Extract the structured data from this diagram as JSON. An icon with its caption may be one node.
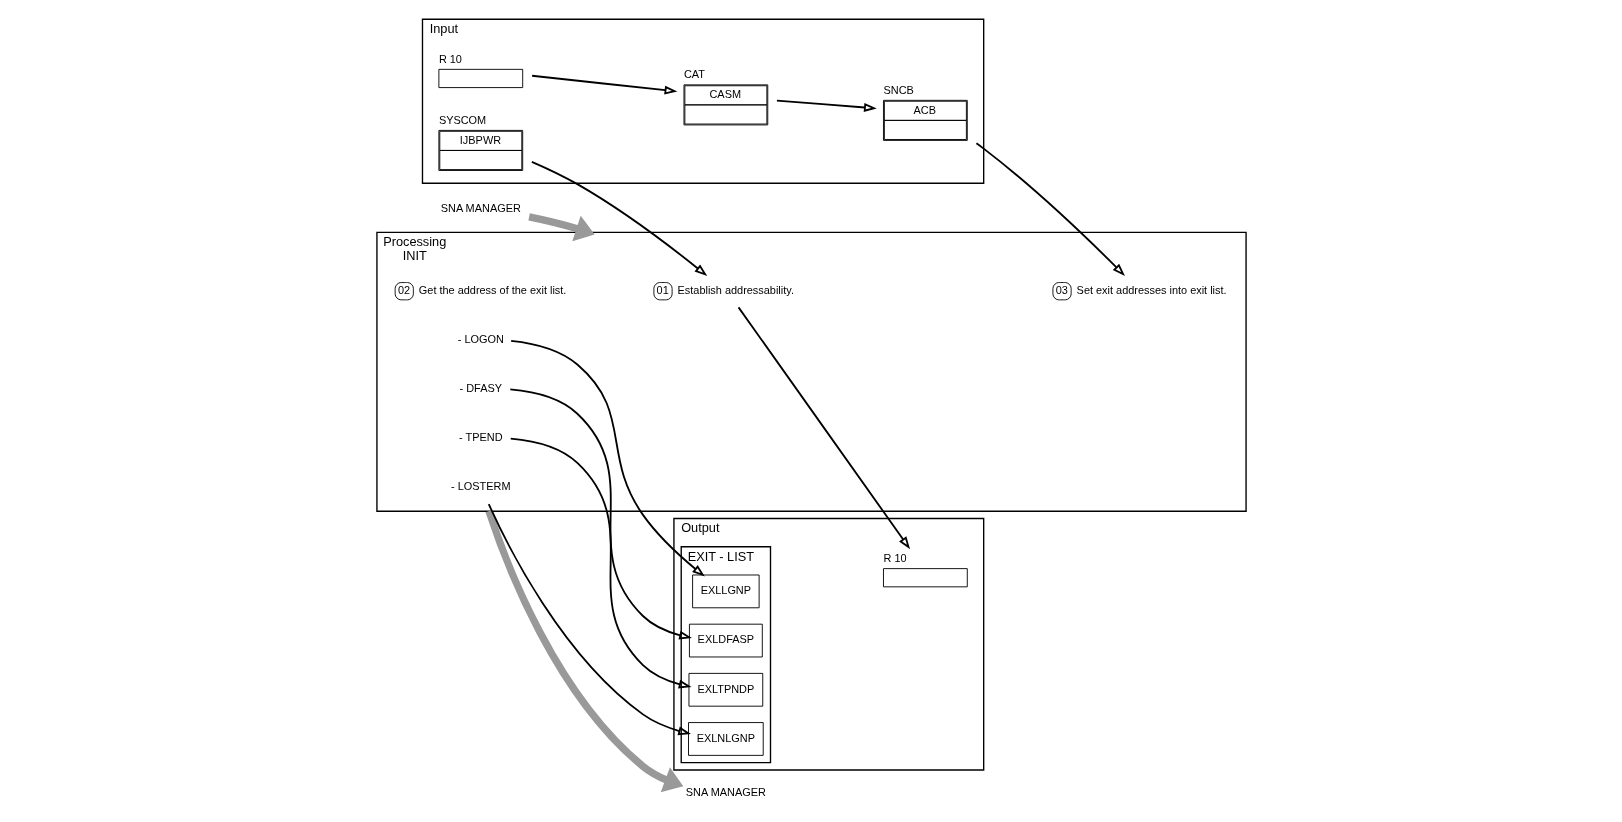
{
  "diagram": {
    "nodes": [
      {
        "text": [
          "Input"
        ]
      },
      {
        "text": [
          "SYSCOM",
          "IJBPWR"
        ],
        "in": 0
      },
      {
        "text": [
          "R 10"
        ],
        "in": 0
      },
      {
        "text": [
          "CAT",
          "CASM"
        ],
        "in": 0
      },
      {
        "text": [
          "SNCB",
          "ACB"
        ],
        "in": 0
      },
      {
        "text": [
          "SNA MANAGER"
        ]
      },
      {
        "text": [
          "Processing",
          "INIT"
        ]
      },
      {
        "text": [
          "01",
          "Establish addressability."
        ],
        "in": 6
      },
      {
        "text": [
          "02",
          "Get the address of the exit list."
        ],
        "in": 6
      },
      {
        "text": [
          "03",
          "Set exit addresses into exit list."
        ],
        "in": 6
      },
      {
        "text": [
          "- LOGON"
        ],
        "in": 6
      },
      {
        "text": [
          "- DFASY"
        ],
        "in": 6
      },
      {
        "text": [
          "- TPEND"
        ],
        "in": 6
      },
      {
        "text": [
          "- LOSTERM"
        ],
        "in": 6
      },
      {
        "text": [
          "SNA MANAGER"
        ]
      },
      {
        "text": [
          "Output"
        ]
      },
      {
        "text": [
          "R 10"
        ],
        "in": 15
      },
      {
        "text": [
          "EXIT - LIST"
        ],
        "in": 15
      },
      {
        "text": [
          "EXLLGNP"
        ],
        "in": 17
      },
      {
        "text": [
          "EXLDFASP"
        ],
        "in": 17
      },
      {
        "text": [
          "EXLTPNDP"
        ],
        "in": 17
      },
      {
        "text": [
          "EXLNLGNP"
        ],
        "in": 17
      }
    ],
    "edges": [
      {
        "from": 2,
        "to": 3,
        "arrow": "to"
      },
      {
        "from": 3,
        "to": 4,
        "arrow": "to"
      },
      {
        "from": 1,
        "to": 7,
        "arrow": "to"
      },
      {
        "from": 4,
        "to": 9,
        "arrow": "to"
      },
      {
        "from": 5,
        "to": 6,
        "arrow": "to",
        "style": "thick",
        "color": "#999999"
      },
      {
        "from": 7,
        "to": 16,
        "arrow": "to"
      },
      {
        "from": 10,
        "to": 18,
        "arrow": "to"
      },
      {
        "from": 11,
        "to": 19,
        "arrow": "to"
      },
      {
        "from": 12,
        "to": 20,
        "arrow": "to"
      },
      {
        "from": 13,
        "to": 21,
        "arrow": "to"
      },
      {
        "from": 6,
        "to": 14,
        "arrow": "to",
        "style": "thick",
        "color": "#999999"
      }
    ]
  }
}
